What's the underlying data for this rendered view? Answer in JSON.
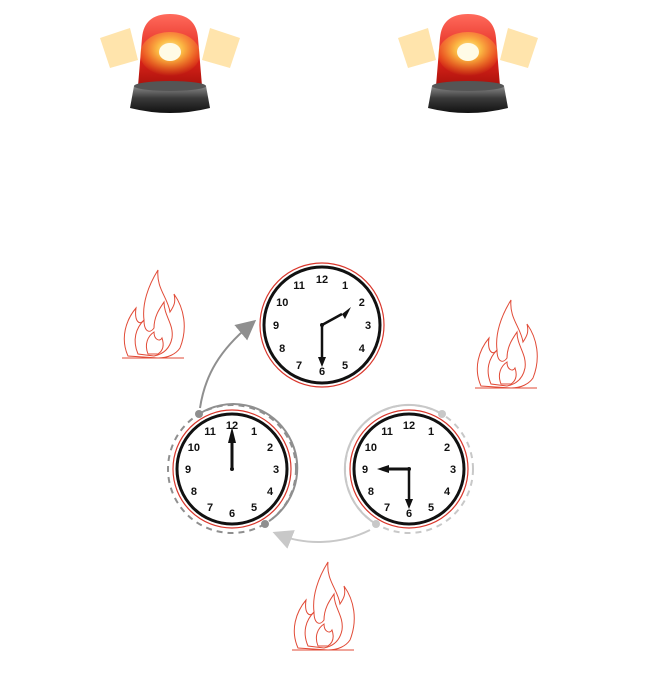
{
  "icons": {
    "siren_left": "alarm-siren-icon",
    "siren_right": "alarm-siren-icon",
    "fires": [
      "fire-icon",
      "fire-icon",
      "fire-icon"
    ],
    "clocks": [
      "clock-icon",
      "clock-icon",
      "clock-icon"
    ]
  },
  "clock_numbers": [
    "12",
    "1",
    "2",
    "3",
    "4",
    "5",
    "6",
    "7",
    "8",
    "9",
    "10",
    "11"
  ],
  "clocks": [
    {
      "name": "clock-top",
      "time": "2:30"
    },
    {
      "name": "clock-left",
      "time": "12:00"
    },
    {
      "name": "clock-right",
      "time": "9:30"
    }
  ],
  "colors": {
    "siren_red": "#e0261b",
    "siren_glow": "#ffb020",
    "fire_outline": "#e14a36",
    "clock_ring_red": "#d9362b",
    "arrow_gray": "#8f8f8f",
    "arrow_light": "#c8c8c8"
  }
}
